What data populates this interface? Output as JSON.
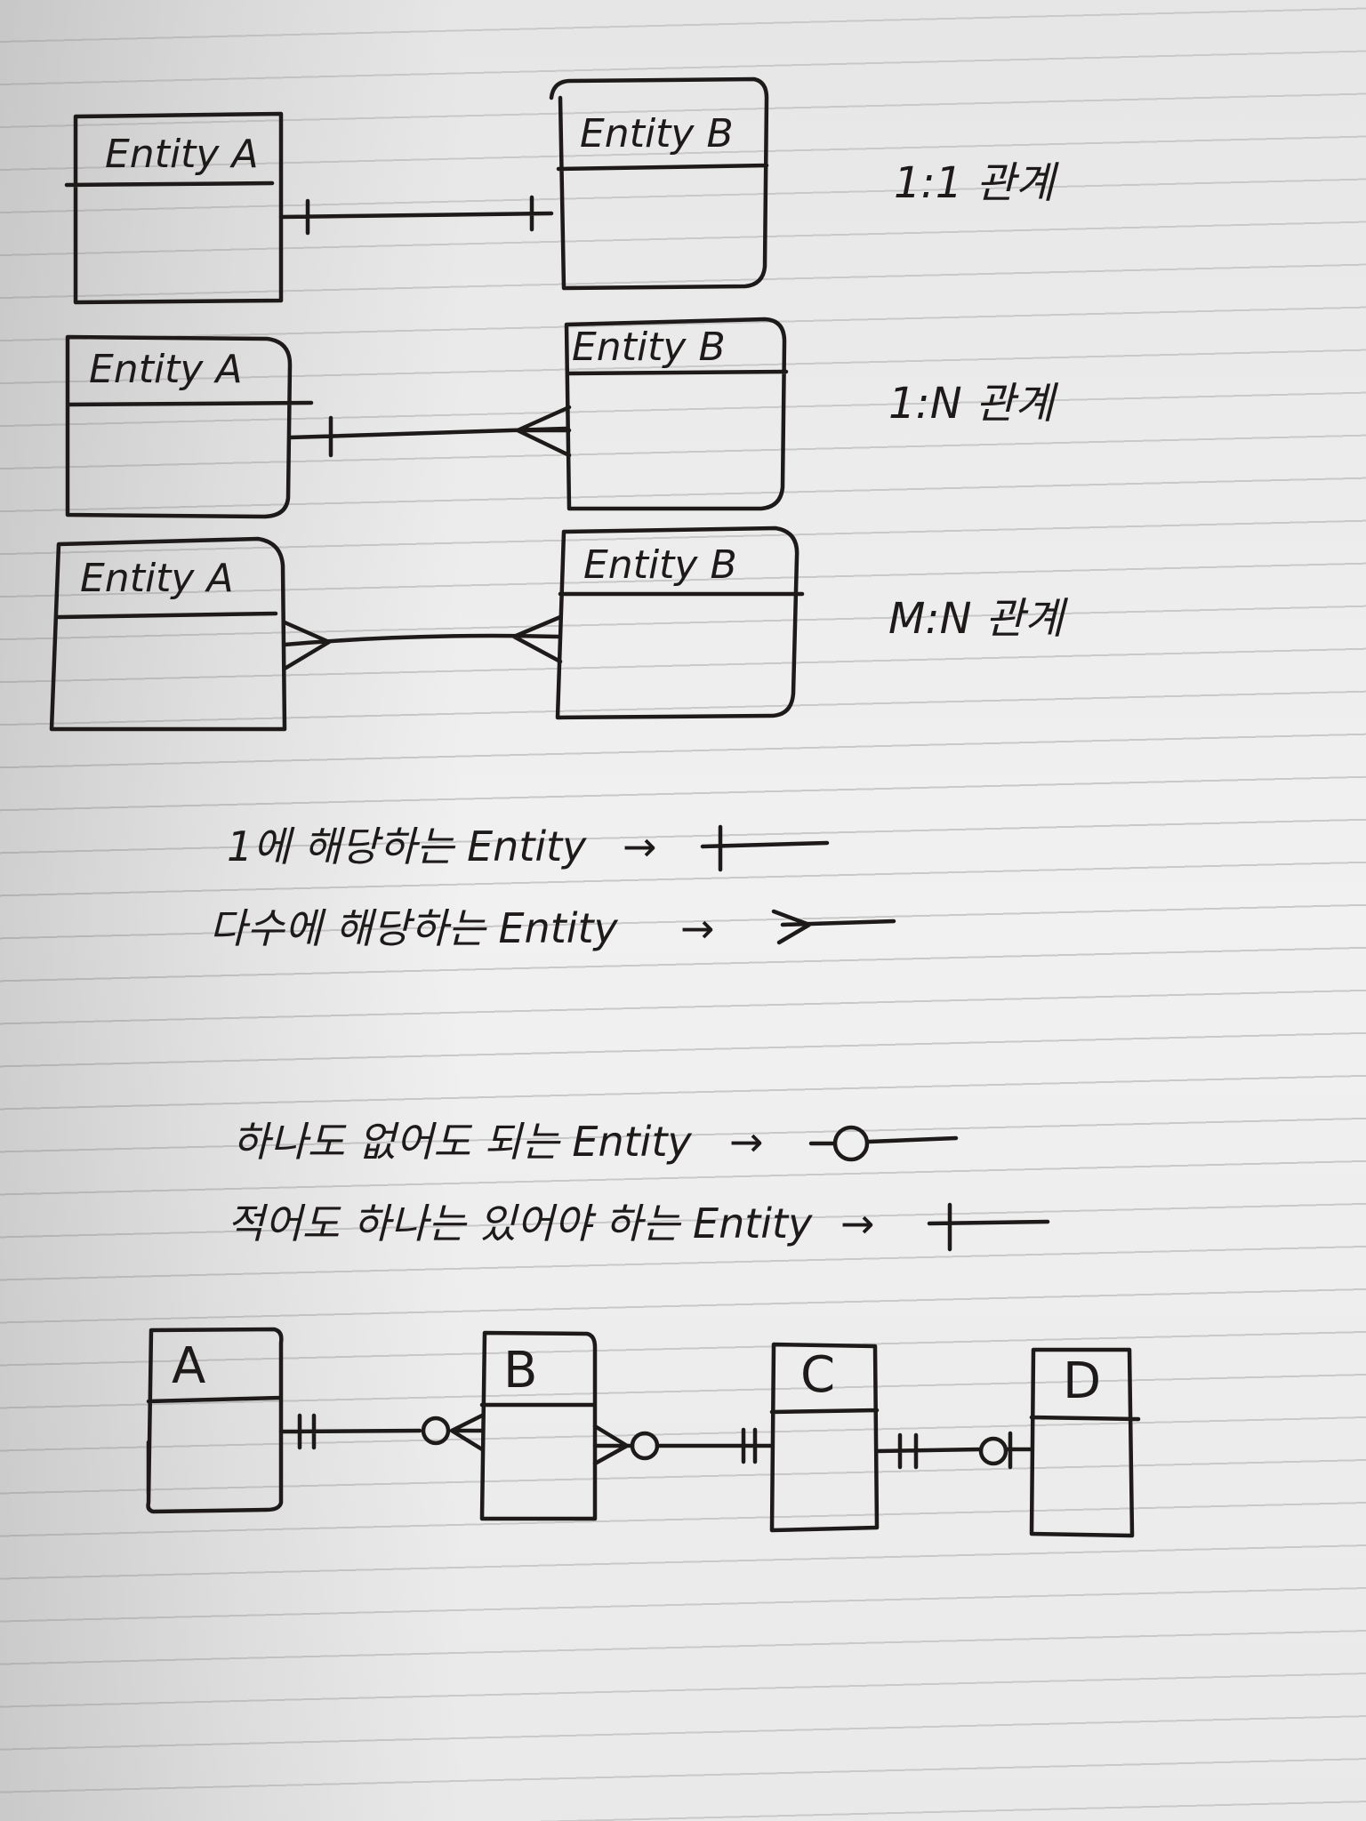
{
  "diagrams": [
    {
      "relation_label": "1:1 관계",
      "left_entity": "Entity A",
      "right_entity": "Entity B",
      "left_end": "one",
      "right_end": "one"
    },
    {
      "relation_label": "1:N 관계",
      "left_entity": "Entity A",
      "right_entity": "Entity B",
      "left_end": "one",
      "right_end": "many"
    },
    {
      "relation_label": "M:N 관계",
      "left_entity": "Entity A",
      "right_entity": "Entity B",
      "left_end": "many",
      "right_end": "many"
    }
  ],
  "legend": [
    {
      "text": "1에 해당하는 Entity",
      "arrow": "→",
      "symbol": "one"
    },
    {
      "text": "다수에 해당하는 Entity",
      "arrow": "→",
      "symbol": "many"
    },
    {
      "text": "하나도 없어도 되는 Entity",
      "arrow": "→",
      "symbol": "zero"
    },
    {
      "text": "적어도 하나는 있어야 하는 Entity",
      "arrow": "→",
      "symbol": "one"
    }
  ],
  "example": {
    "entities": [
      "A",
      "B",
      "C",
      "D"
    ]
  }
}
